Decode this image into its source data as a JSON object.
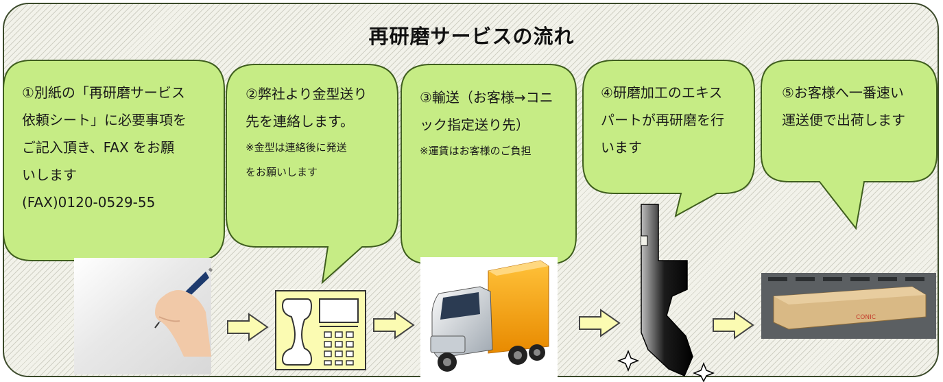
{
  "title": "再研磨サービスの流れ",
  "colors": {
    "bubble_fill": "#c6ec85",
    "bubble_stroke": "#3f5e1e",
    "arrow_fill": "#fbfbb2",
    "arrow_stroke": "#444444"
  },
  "steps": [
    {
      "lines": [
        "①別紙の「再研磨サービス",
        "依頼シート」に必要事項を",
        "ご記入頂き、FAX をお願",
        "いします",
        "(FAX)0120-0529-55"
      ],
      "notes": [],
      "image": "hand-writing-icon"
    },
    {
      "lines": [
        "②弊社より金型送り",
        "先を連絡します。"
      ],
      "notes": [
        "※金型は連絡後に発送",
        "をお願いします"
      ],
      "image": "telephone-icon"
    },
    {
      "lines": [
        "③輸送（お客様→コニ",
        "ック指定送り先）"
      ],
      "notes": [
        "※運賃はお客様のご負担"
      ],
      "image": "truck-icon"
    },
    {
      "lines": [
        "④研磨加工のエキス",
        "パートが再研磨を行",
        "います"
      ],
      "notes": [],
      "image": "die-tool-icon"
    },
    {
      "lines": [
        "⑤お客様へ一番速い",
        "運送便で出荷します"
      ],
      "notes": [],
      "image": "shipping-box-icon"
    }
  ],
  "box_label": "CONIC"
}
